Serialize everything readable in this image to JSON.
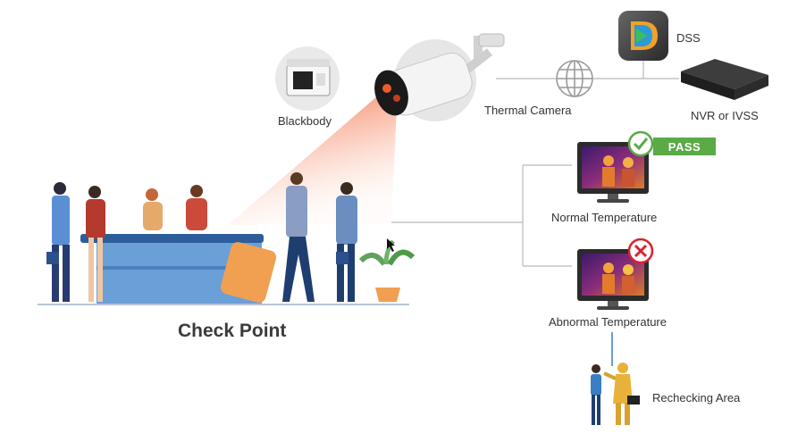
{
  "labels": {
    "blackbody": "Blackbody",
    "thermal_camera": "Thermal Camera",
    "dss": "DSS",
    "nvr": "NVR or IVSS",
    "normal": "Normal Temperature",
    "abnormal": "Abnormal Temperature",
    "rechecking": "Rechecking Area",
    "check_point": "Check Point",
    "pass": "PASS"
  },
  "colors": {
    "line": "#b9b9b9",
    "beam": "#ef5a2a",
    "pass": "#5aaa46",
    "fail": "#d8242c",
    "connector_blue": "#3a7fc4"
  }
}
